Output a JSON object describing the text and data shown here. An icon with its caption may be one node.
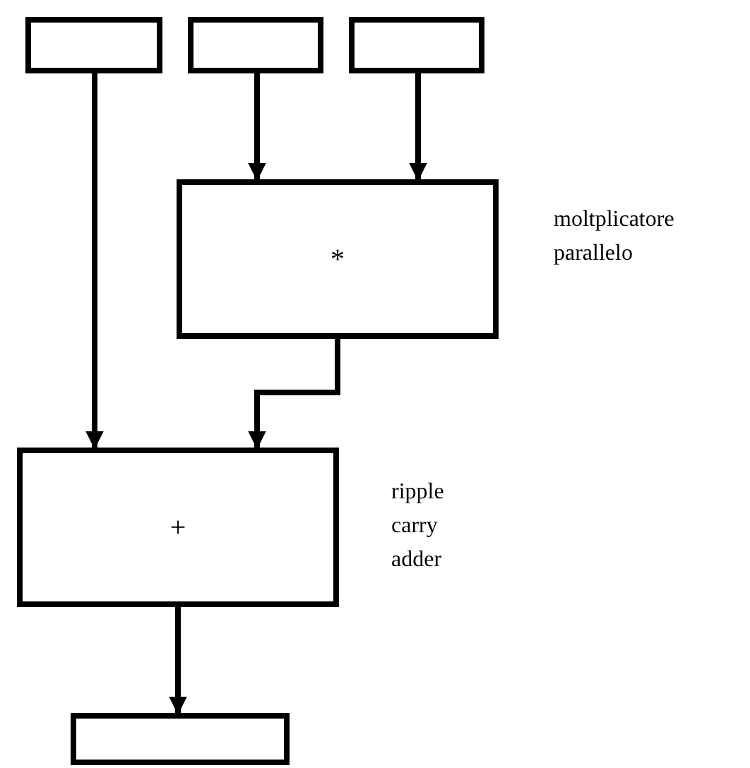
{
  "diagram": {
    "nodes": [
      {
        "text": [],
        "shape": "box"
      },
      {
        "text": [],
        "shape": "box"
      },
      {
        "text": [],
        "shape": "box"
      },
      {
        "text": [
          "*"
        ],
        "beside": [
          "moltplicatore parallelo"
        ]
      },
      {
        "text": [
          "+"
        ],
        "beside": [
          "ripple carry adder"
        ]
      },
      {
        "text": [],
        "shape": "box"
      }
    ],
    "edges": [
      {
        "from": 0,
        "to": 4,
        "arrow": "to"
      },
      {
        "from": 1,
        "to": 3,
        "arrow": "to"
      },
      {
        "from": 2,
        "to": 3,
        "arrow": "to"
      },
      {
        "from": 3,
        "to": 4,
        "arrow": "to"
      },
      {
        "from": 4,
        "to": 5,
        "arrow": "to"
      }
    ]
  }
}
